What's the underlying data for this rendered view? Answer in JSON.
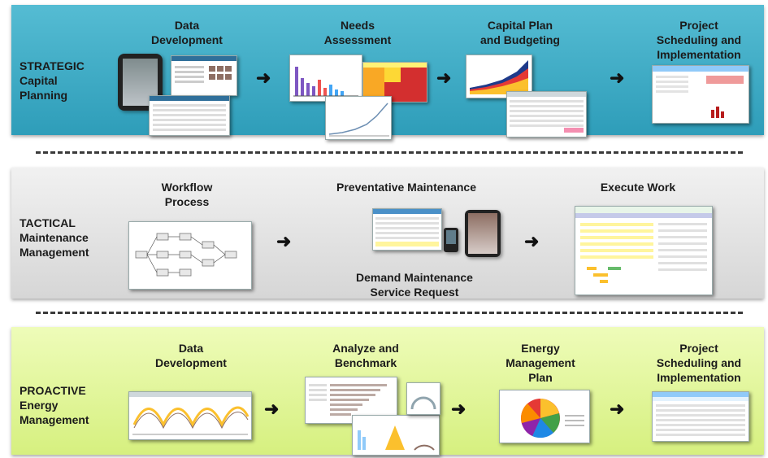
{
  "rows": {
    "strategic": {
      "label_line1": "STRATEGIC",
      "label_line2": "Capital",
      "label_line3": "Planning",
      "steps": [
        {
          "line1": "Data",
          "line2": "Development"
        },
        {
          "line1": "Needs",
          "line2": "Assessment"
        },
        {
          "line1": "Capital Plan",
          "line2": "and Budgeting"
        },
        {
          "line1": "Project",
          "line2": "Scheduling and",
          "line3": "Implementation"
        }
      ]
    },
    "tactical": {
      "label_line1": "TACTICAL",
      "label_line2": "Maintenance",
      "label_line3": "Management",
      "steps": [
        {
          "line1": "Workflow",
          "line2": "Process"
        },
        {
          "line1": "Preventative Maintenance"
        },
        {
          "line1": "Demand Maintenance",
          "line2": "Service Request"
        },
        {
          "line1": "Execute Work"
        }
      ]
    },
    "proactive": {
      "label_line1": "PROACTIVE",
      "label_line2": "Energy",
      "label_line3": "Management",
      "steps": [
        {
          "line1": "Data",
          "line2": "Development"
        },
        {
          "line1": "Analyze and",
          "line2": "Benchmark"
        },
        {
          "line1": "Energy",
          "line2": "Management",
          "line3": "Plan"
        },
        {
          "line1": "Project",
          "line2": "Scheduling and",
          "line3": "Implementation"
        }
      ]
    }
  },
  "colors": {
    "strategic_band": "#3aa9c5",
    "tactical_band": "#e3e3e3",
    "proactive_band": "#e3f59a"
  },
  "icons": {
    "flow_arrow": "arrow-right-icon"
  }
}
